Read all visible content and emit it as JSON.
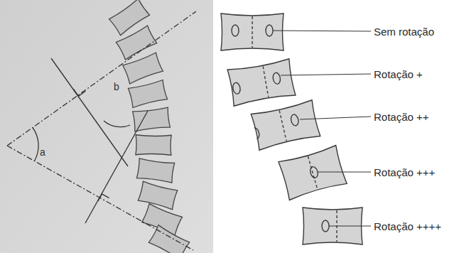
{
  "diagram": {
    "labels": [
      "a",
      "b",
      "Sem rotação",
      "Rotação +",
      "Rotação ++",
      "Rotação +++",
      "Rotação ++++"
    ]
  }
}
